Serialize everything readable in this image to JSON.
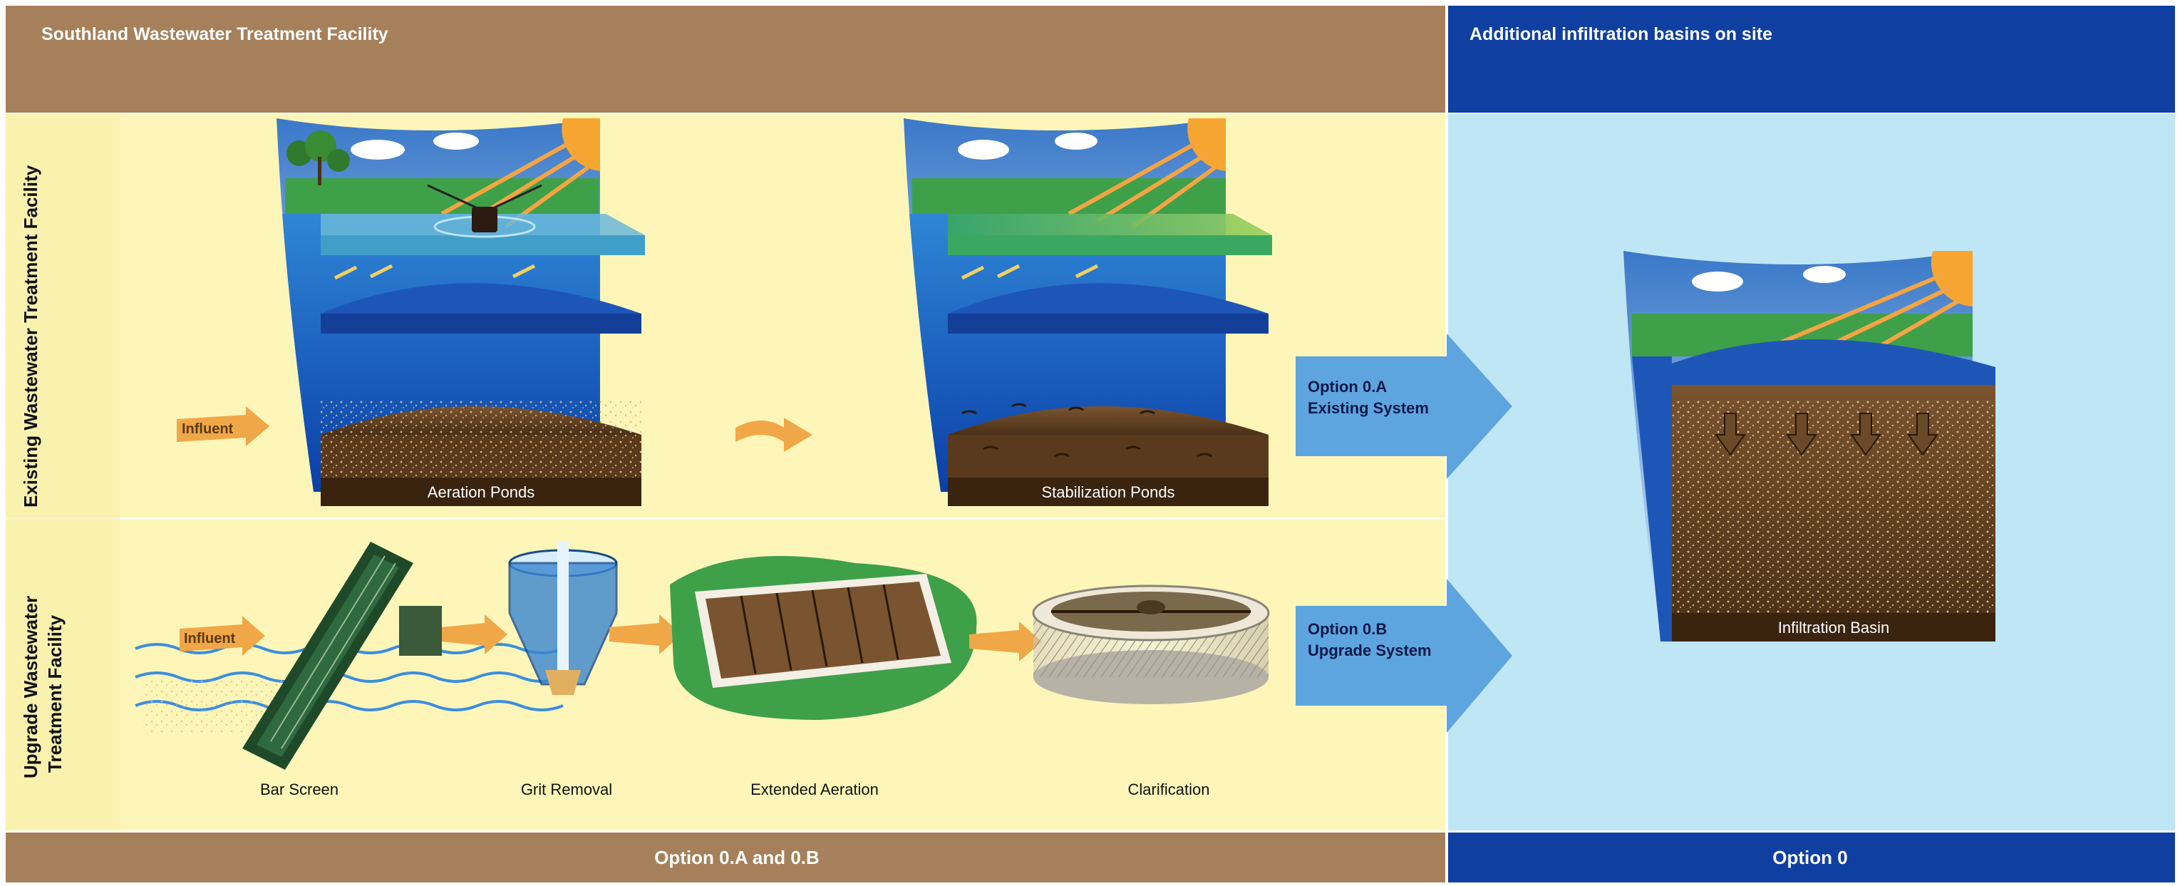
{
  "header": {
    "left_title": "Southland Wastewater Treatment Facility",
    "right_title": "Additional infiltration basins on site"
  },
  "rows": {
    "existing_label": "Existing Wastewater Treatment Facility",
    "upgrade_label_line1": "Upgrade Wastewater",
    "upgrade_label_line2": "Treatment Facility"
  },
  "existing": {
    "influent": "Influent",
    "aeration_ponds": "Aeration Ponds",
    "stabilization_ponds": "Stabilization Ponds"
  },
  "upgrade": {
    "influent": "Influent",
    "bar_screen": "Bar Screen",
    "grit_removal": "Grit Removal",
    "extended_aeration": "Extended Aeration",
    "clarification": "Clarification"
  },
  "options": {
    "a_line1": "Option 0.A",
    "a_line2": "Existing System",
    "b_line1": "Option 0.B",
    "b_line2": "Upgrade System"
  },
  "infiltration": {
    "label": "Infiltration Basin"
  },
  "footer": {
    "left": "Option 0.A and 0.B",
    "right": "Option 0"
  },
  "colors": {
    "brown_band": "#a6805a",
    "blue_band": "#0f3fa0",
    "cream": "#fdf6b8",
    "light_blue": "#bfe6f5",
    "arrow_blue": "#5ea5e0",
    "water": "#1f5fc0",
    "soil": "#6b4a2a"
  }
}
